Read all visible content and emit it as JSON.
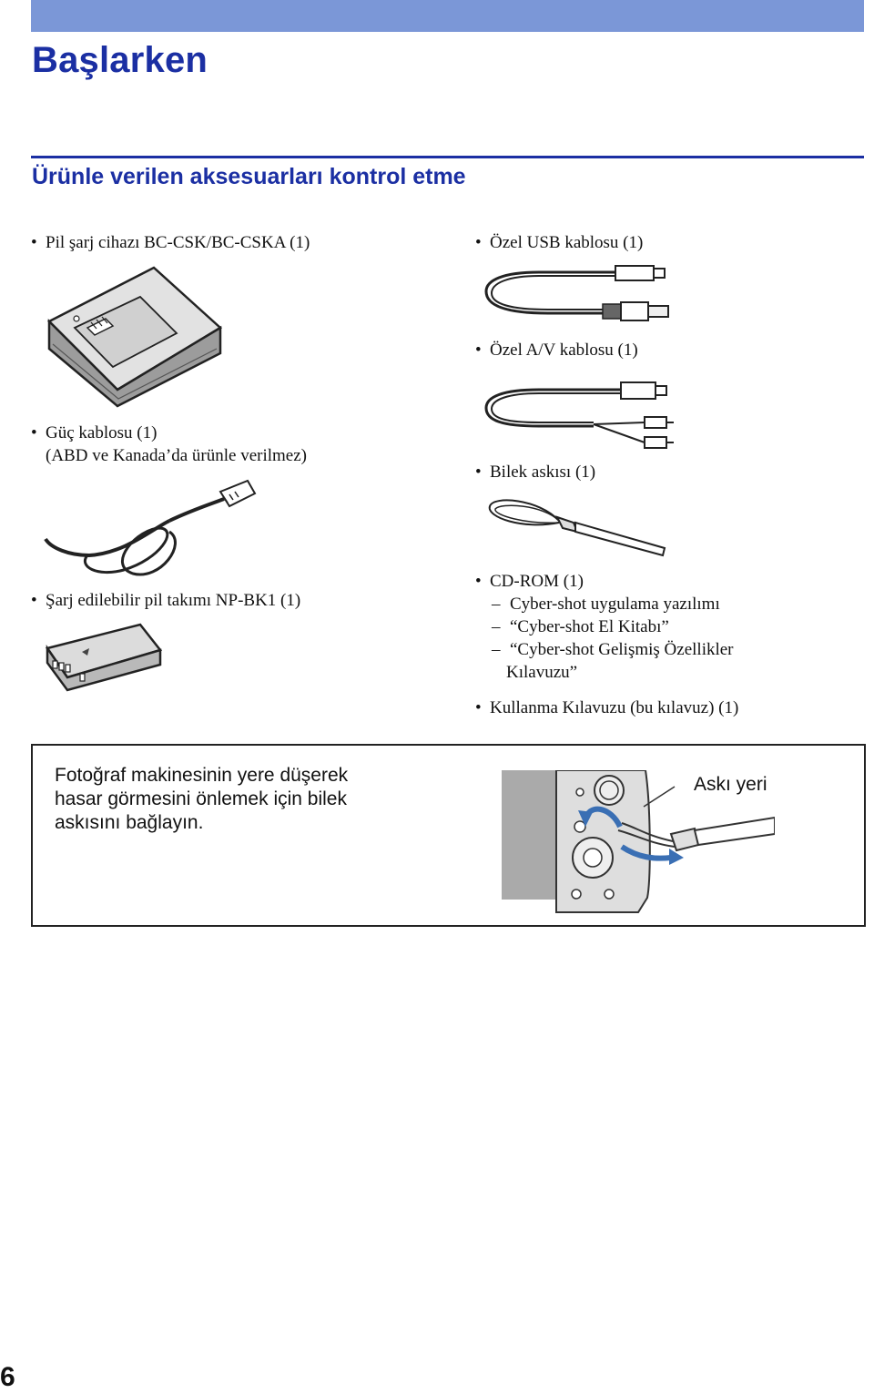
{
  "header": {
    "title": "Başlarken"
  },
  "section": {
    "title": "Ürünle verilen aksesuarları kontrol etme"
  },
  "items": {
    "charger": {
      "label": "Pil şarj cihazı BC-CSK/BC-CSKA (1)"
    },
    "power_cord": {
      "label": "Güç kablosu (1)",
      "note": "(ABD ve Kanada’da ürünle verilmez)"
    },
    "battery": {
      "label": "Şarj edilebilir pil takımı NP-BK1 (1)"
    },
    "usb_cable": {
      "label": "Özel USB kablosu (1)"
    },
    "av_cable": {
      "label": "Özel A/V kablosu (1)"
    },
    "wrist_strap": {
      "label": "Bilek askısı (1)"
    },
    "cdrom": {
      "label": "CD-ROM (1)",
      "contents": [
        "Cyber-shot uygulama yazılımı",
        "“Cyber-shot El Kitabı”",
        "“Cyber-shot Gelişmiş Özellikler",
        "Kılavuzu”"
      ]
    },
    "manual": {
      "label": "Kullanma Kılavuzu (bu kılavuz) (1)"
    }
  },
  "note": {
    "lines": [
      "Fotoğraf makinesinin yere düşerek",
      "hasar görmesini önlemek için bilek",
      "askısını bağlayın."
    ],
    "strap_label": "Askı yeri"
  },
  "footer": {
    "page_number": "6"
  },
  "colors": {
    "accent": "#1b2fa3",
    "bar": "#7b97d7"
  }
}
